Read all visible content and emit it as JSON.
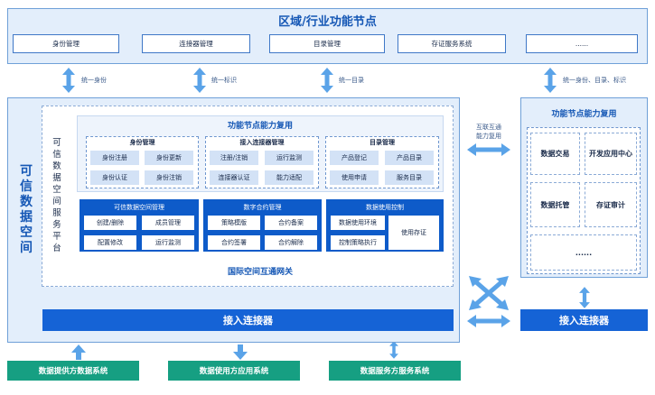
{
  "region": {
    "title": "区域/行业功能节点",
    "boxes": [
      "身份管理",
      "连接器管理",
      "目录管理",
      "存证服务系统",
      "......"
    ]
  },
  "arrows": {
    "identity": "统一身份",
    "label": "统一标识",
    "catalog": "统一目录",
    "right": "统一身份、目录、标识"
  },
  "main": {
    "title": [
      "可",
      "信",
      "数",
      "据",
      "空",
      "间"
    ],
    "platform_label": [
      "可",
      "信",
      "数",
      "据",
      "空",
      "间",
      "服",
      "务",
      "平",
      "台"
    ],
    "reuse_title": "功能节点能力复用",
    "groups": [
      {
        "title": "身份管理",
        "cells": [
          "身份注册",
          "身份更新",
          "身份认证",
          "身份注销"
        ]
      },
      {
        "title": "接入连接器管理",
        "cells": [
          "注册/注销",
          "运行监测",
          "连接器认证",
          "能力适配"
        ]
      },
      {
        "title": "目录管理",
        "cells": [
          "产品登记",
          "产品目录",
          "使用申请",
          "服务目录"
        ]
      }
    ],
    "blocks": [
      {
        "title": "可信数据空间管理",
        "cells": [
          "创建/删除",
          "成员管理",
          "配置修改",
          "运行监测"
        ]
      },
      {
        "title": "数字合约管理",
        "cells": [
          "策略模版",
          "合约备案",
          "合约签署",
          "合约解除"
        ]
      },
      {
        "title": "数据使用控制",
        "cells": [
          "数据使用环境",
          "使用存证",
          "控制策略执行"
        ]
      }
    ],
    "gateway": "国际空间互通网关",
    "connector": "接入连接器"
  },
  "middle": {
    "label": [
      "互联互通",
      "能力复用"
    ]
  },
  "right": {
    "title": "功能节点能力复用",
    "cells": [
      "数据交易",
      "开发应用中心",
      "数据托管",
      "存证审计",
      "......"
    ],
    "connector": "接入连接器"
  },
  "bottom": [
    "数据提供方数据系统",
    "数据使用方应用系统",
    "数据服务方服务系统"
  ],
  "colors": {
    "accent": "#1557b5",
    "connector": "#1563d6",
    "block": "#0e5bc9",
    "bottom": "#169f82",
    "arrow": "#5aa3e8"
  }
}
